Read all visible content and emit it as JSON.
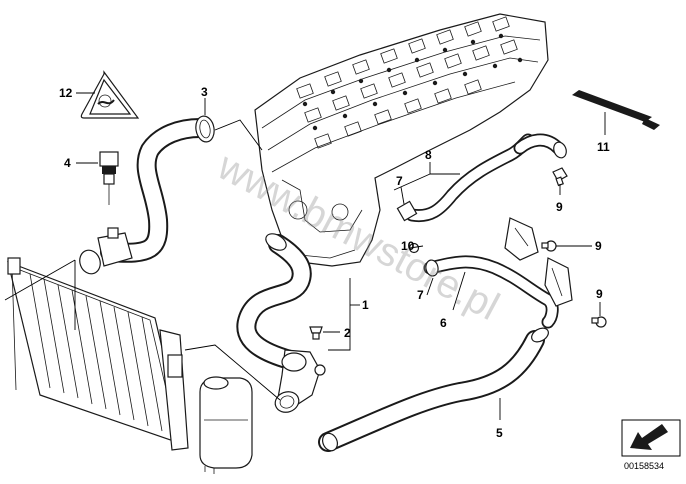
{
  "diagram": {
    "callouts": {
      "c1": "1",
      "c2": "2",
      "c3": "3",
      "c4": "4",
      "c5": "5",
      "c6": "6",
      "c7a": "7",
      "c7b": "7",
      "c8": "8",
      "c9a": "9",
      "c9b": "9",
      "c9c": "9",
      "c10": "10",
      "c11": "11",
      "c12": "12"
    },
    "watermark": "www.bmwstore.pl",
    "document_number": "00158534"
  }
}
